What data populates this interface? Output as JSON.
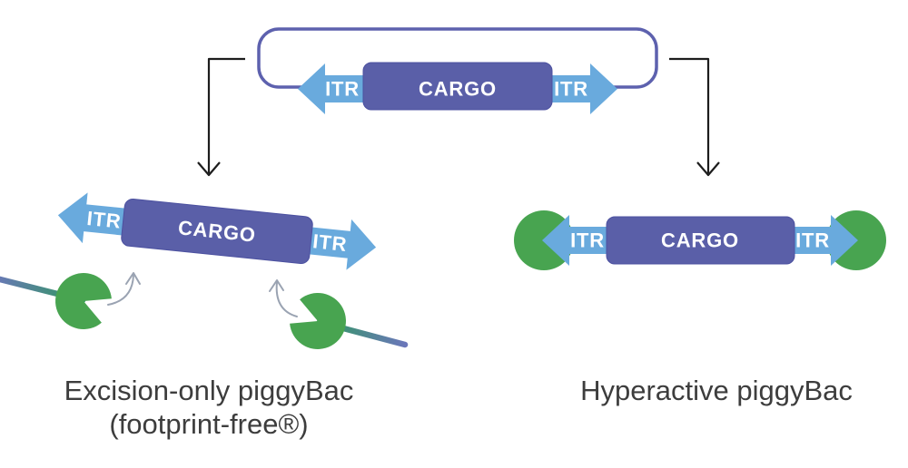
{
  "palette": {
    "plasmid_outline": "#5d61ae",
    "cargo_purple": "#5a5fa8",
    "cargo_border": "#4c51a0",
    "itr_blue": "#69aadd",
    "transposase_green": "#48a450",
    "genome_blue": "#6b77ba",
    "genome_green": "#2f9a5e",
    "flow_arrow_black": "#1d1d1d",
    "hint_arrow_gray": "#9aa3b2",
    "caption_text": "#3d3d3d",
    "construct_label_text": "#ffffff"
  },
  "source_plasmid": {
    "itr_left": "ITR",
    "cargo": "CARGO",
    "itr_right": "ITR"
  },
  "excision_branch": {
    "construct": {
      "itr_left": "ITR",
      "cargo": "CARGO",
      "itr_right": "ITR"
    },
    "caption_line1": "Excision-only piggyBac",
    "caption_line2": "(footprint-free®)"
  },
  "hyperactive_branch": {
    "construct": {
      "itr_left": "ITR",
      "cargo": "CARGO",
      "itr_right": "ITR"
    },
    "caption": "Hyperactive piggyBac"
  }
}
